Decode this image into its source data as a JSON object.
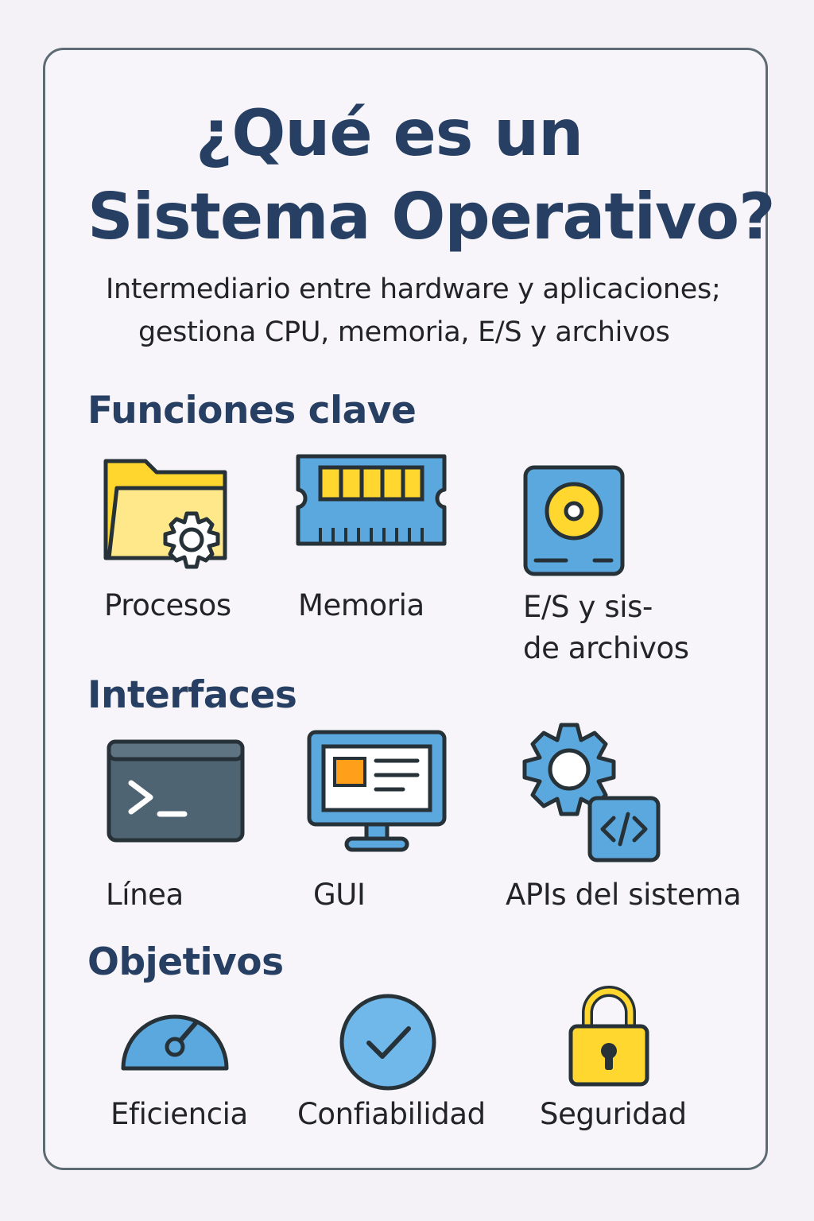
{
  "header": {
    "title_line_1": "¿Qué es un",
    "title_line_2": "Sistema Operativo?",
    "subtitle_line_1": "Intermediario entre hardware y aplicaciones;",
    "subtitle_line_2": "gestiona CPU, memoria, E/S y archivos"
  },
  "sections": [
    {
      "heading": "Funciones clave",
      "items": [
        {
          "label": "Procesos",
          "icon": "folder-gear-icon"
        },
        {
          "label": "Memoria",
          "icon": "memory-chip-icon"
        },
        {
          "label_line_1": "E/S y sis-",
          "label_line_2": "de archivos",
          "icon": "hard-disk-icon"
        }
      ]
    },
    {
      "heading": "Interfaces",
      "items": [
        {
          "label": "Línea",
          "icon": "terminal-icon"
        },
        {
          "label": "GUI",
          "icon": "monitor-icon"
        },
        {
          "label": "APIs del sistema",
          "icon": "gear-code-icon"
        }
      ]
    },
    {
      "heading": "Objetivos",
      "items": [
        {
          "label": "Eficiencia",
          "icon": "gauge-icon"
        },
        {
          "label": "Confiabilidad",
          "icon": "check-circle-icon"
        },
        {
          "label": "Seguridad",
          "icon": "padlock-icon"
        }
      ]
    }
  ],
  "colors": {
    "heading": "#263f62",
    "primary_blue": "#5ba8de",
    "light_blue": "#70b7ea",
    "yellow": "#ffd72e",
    "dark_outline": "#263238",
    "terminal": "#4f6472",
    "orange": "#ff9f1a",
    "card_border": "#5d6b74"
  }
}
